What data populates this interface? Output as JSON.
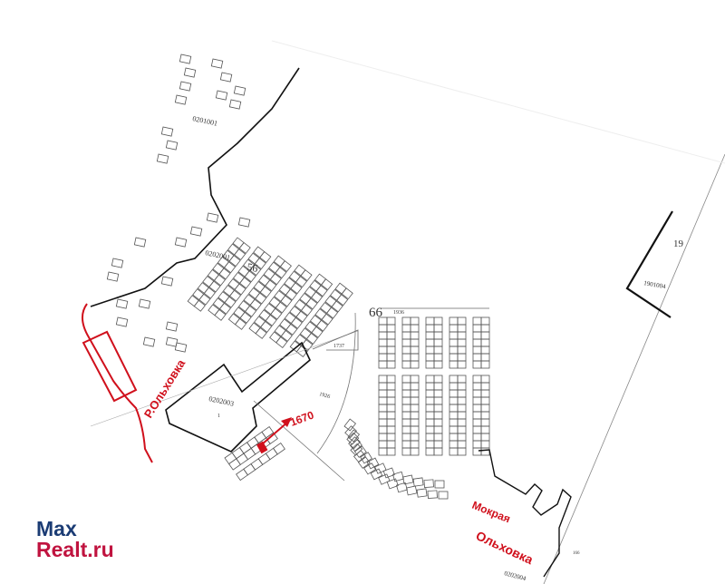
{
  "map": {
    "block_labels": {
      "b0201001": "0201001",
      "b0202001": "0202001",
      "b0202003": "0202003",
      "b0202004": "0202004",
      "b1901004": "1901004"
    },
    "zone_labels": {
      "z56": "56",
      "z66": "66",
      "z19": "19"
    },
    "parcel_labels": {
      "p1936": "1936",
      "p1737": "1737",
      "p1926": "1926",
      "p166": "166",
      "p1": "1"
    },
    "annotations": {
      "river": "Р.Ольховка",
      "plot_number": "1670",
      "village_line1": "Мокрая",
      "village_line2": "Ольховка"
    },
    "colors": {
      "annotation": "#d0101c",
      "boundary": "#111111",
      "parcel": "#555555"
    }
  },
  "watermark": {
    "line1": "Max",
    "line2": "Realt.ru"
  }
}
